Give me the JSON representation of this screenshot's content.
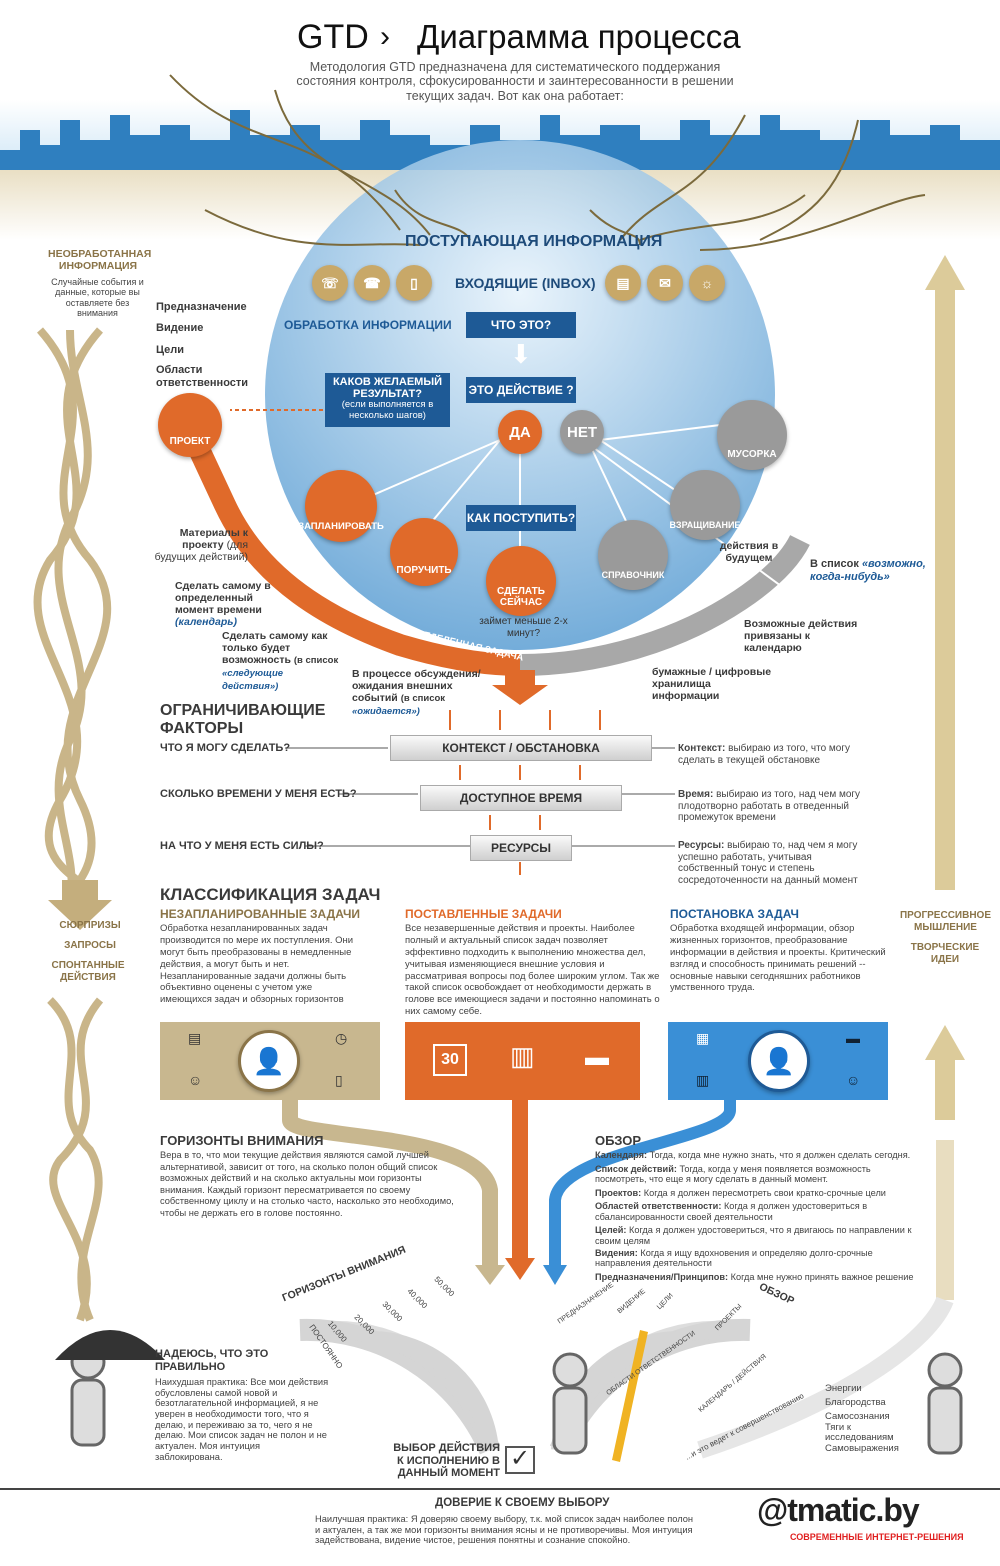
{
  "header": {
    "brand": "GTD",
    "title": "Диаграмма процесса",
    "subtitle": "Методология GTD предназначена для систематического поддержания состояния контроля, сфокусированности и заинтересованности в решении текущих задач. Вот как она работает:"
  },
  "raw": {
    "title": "НЕОБРАБОТАННАЯ ИНФОРМАЦИЯ",
    "text": "Случайные события и данные, которые вы оставляете без внимания"
  },
  "horizons_list": [
    "Предназначение",
    "Видение",
    "Цели",
    "Области ответственности"
  ],
  "flow": {
    "incoming": "ПОСТУПАЮЩАЯ ИНФОРМАЦИЯ",
    "inbox": "ВХОДЯЩИЕ (INBOX)",
    "processing": "ОБРАБОТКА ИНФОРМАЦИИ",
    "what": "ЧТО ЭТО?",
    "is_action": "ЭТО ДЕЙСТВИЕ ?",
    "result_q": "КАКОВ ЖЕЛАЕМЫЙ РЕЗУЛЬТАТ?",
    "result_note": "(если выполняется в несколько шагов)",
    "yes": "ДА",
    "no": "НЕТ",
    "trash": "МУСОРКА",
    "incubate": "ВЗРАЩИВАНИЕ",
    "project": "ПРОЕКТ",
    "schedule": "ЗАПЛАНИРОВАТЬ",
    "delegate": "ПОРУЧИТЬ",
    "do_now": "СДЕЛАТЬ СЕЙЧАС",
    "how": "КАК ПОСТУПИТЬ?",
    "two_min": "займет меньше 2-х минут?",
    "reference": "СПРАВОЧНИК",
    "future": "действия в будущем",
    "someday_pre": "В список ",
    "someday": "«возможно, когда-нибудь»",
    "calendar_bound": "Возможные действия привязаны к календарю",
    "storage": "бумажные / цифровые хранилища информации",
    "defined_task": "ОПРЕДЕЛЕННАЯ ЗАДАЧА",
    "materials": "Материалы к проекту",
    "materials_note": "(для будущих действий)",
    "do_at_time": "Сделать самому в определенный момент времени",
    "calendar": "(календарь)",
    "do_asap": "Сделать самому как только будет возможность",
    "next_pre": "(в список ",
    "next": "«следующие действия»)",
    "waiting": "В процессе обсуждения/ ожидания внешних событий",
    "waiting_pre": "(в список ",
    "waiting_list": "«ожидается»)"
  },
  "limits": {
    "title": "ОГРАНИЧИВАЮЩИЕ ФАКТОРЫ",
    "rows": [
      {
        "q": "ЧТО Я МОГУ СДЕЛАТЬ?",
        "bar": "КОНТЕКСТ / ОБСТАНОВКА",
        "term": "Контекст:",
        "desc": "выбираю из того, что могу сделать в текущей обстановке"
      },
      {
        "q": "СКОЛЬКО ВРЕМЕНИ У МЕНЯ ЕСТЬ?",
        "bar": "ДОСТУПНОЕ ВРЕМЯ",
        "term": "Время:",
        "desc": "выбираю из того, над чем могу плодотворно работать в отведенный промежуток времени"
      },
      {
        "q": "НА ЧТО У МЕНЯ ЕСТЬ СИЛЫ?",
        "bar": "РЕСУРСЫ",
        "term": "Ресурсы:",
        "desc": "выбираю то, над чем я могу успешно работать, учитывая собственный тонус и степень сосредоточенности на данный момент"
      }
    ]
  },
  "classification": {
    "title": "КЛАССИФИКАЦИЯ ЗАДАЧ",
    "cols": [
      {
        "title": "НЕЗАПЛАНИРОВАННЫЕ ЗАДАЧИ",
        "text": "Обработка незапланированных задач производится по мере их поступления. Они могут быть преобразованы в немедленные действия, а могут быть и нет. Незапланированные задачи должны быть объективно оценены с учетом уже имеющихся задач и обзорных горизонтов"
      },
      {
        "title": "ПОСТАВЛЕННЫЕ ЗАДАЧИ",
        "text": "Все незавершенные действия и проекты. Наиболее полный и актуальный список задач позволяет эффективно подходить к выполнению множества дел, учитывая изменяющиеся внешние условия и рассматривая вопросы под более широким углом. Так же такой список освобождает от необходимости держать в голове все имеющиеся задачи и постоянно напоминать о них самому себе."
      },
      {
        "title": "ПОСТАНОВКА ЗАДАЧ",
        "text": "Обработка входящей информации, обзор жизненных горизонтов, преобразование информации в действия и проекты. Критический взгляд и способность принимать решений -- основные навыки сегодняшних работников умственного труда."
      }
    ],
    "calendar_day": "30"
  },
  "left_side": [
    "СЮРПРИЗЫ",
    "ЗАПРОСЫ",
    "СПОНТАННЫЕ ДЕЙСТВИЯ"
  ],
  "right_side": [
    "ПРОГРЕССИВНОЕ МЫШЛЕНИЕ",
    "ТВОРЧЕСКИЕ ИДЕИ"
  ],
  "horizons": {
    "title": "ГОРИЗОНТЫ ВНИМАНИЯ",
    "text": "Вера в то, что мои текущие действия являются самой лучшей альтернативой, зависит от того, на сколько полон общий список возможных действий и на сколько актуальны мои горизонты внимания. Каждый горизонт пересматривается по своему собственному циклу и на столько часто, насколько это необходимо, чтобы не держать его в голове постоянно.",
    "fan": [
      "ПОСТОЯННО",
      "10,000",
      "20,000",
      "30,000",
      "40,000",
      "50,000"
    ]
  },
  "review": {
    "title": "ОБЗОР",
    "items": [
      {
        "term": "Календаря:",
        "desc": "Тогда, когда мне нужно знать, что я должен сделать сегодня."
      },
      {
        "term": "Список действий:",
        "desc": "Тогда, когда у меня появляется возможность посмотреть, что еще я могу сделать в данный момент."
      },
      {
        "term": "Проектов:",
        "desc": "Когда я должен пересмотреть свои кратко-срочные цели"
      },
      {
        "term": "Областей ответственности:",
        "desc": "Когда я должен удостовериться в сбалансированности своей деятельности"
      },
      {
        "term": "Целей:",
        "desc": "Когда я должен удостовериться, что я двигаюсь по направлении к своим целям"
      },
      {
        "term": "Видения:",
        "desc": "Когда я ищу вдохновения и определяю долго-срочные направления деятельности"
      },
      {
        "term": "Предназначения/Принципов:",
        "desc": "Когда мне нужно принять важное решение"
      }
    ],
    "fan": [
      "ПРЕДНАЗНАЧЕНИЕ",
      "ВИДЕНИЕ",
      "ЦЕЛИ",
      "ОБЛАСТИ ОТВЕТСТВЕННОСТИ",
      "ПРОЕКТЫ",
      "КАЛЕНДАРЬ / ДЕЙСТВИЯ"
    ]
  },
  "hope": {
    "title": "НАДЕЮСЬ, ЧТО ЭТО ПРАВИЛЬНО",
    "text": "Наихудшая практика: Все мои действия обусловлены самой новой и безотлагательной информацией, я не уверен в необходимости того, что я делаю, и переживаю за то, чего я не делаю. Мои список задач не полон и не актуален. Моя интуиция заблокирована."
  },
  "choice": "ВЫБОР ДЕЙСТВИЯ К ИСПОЛНЕНИЮ В ДАННЫЙ МОМЕНТ",
  "improve": "...и это ведет к совершенствованию",
  "improve_list": [
    "Энергии",
    "Благородства",
    "Самосознания",
    "Тяги к исследованиям",
    "Самовыражения"
  ],
  "footer": {
    "title": "ДОВЕРИЕ К СВОЕМУ ВЫБОРУ",
    "text": "Наилучшая практика: Я доверяю своему выбору, т.к. мой список задач наиболее полон и актуален, а так же мои горизонты внимания ясны и не противоречивы. Моя интуиция задействована, видение чистое, решения понятны и сознание спокойно.",
    "logo": "@tmatic.by",
    "logo_tag": "СОВРЕМЕННЫЕ ИНТЕРНЕТ-РЕШЕНИЯ"
  },
  "colors": {
    "orange": "#e06a2a",
    "blue": "#1e5a96",
    "tan": "#c8b78f",
    "sky": "#3a8fd6"
  }
}
